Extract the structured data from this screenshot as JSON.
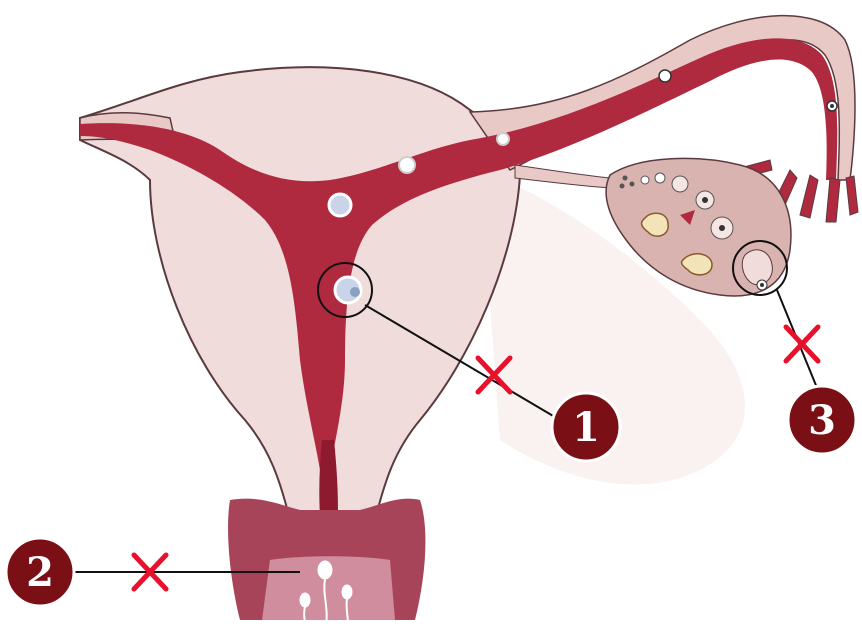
{
  "diagram": {
    "callouts": [
      {
        "label": "1",
        "name": "callout-1"
      },
      {
        "label": "2",
        "name": "callout-2"
      },
      {
        "label": "3",
        "name": "callout-3"
      }
    ]
  },
  "colors": {
    "tissue_light": "#f0dcda",
    "tissue_outline": "#5a3a3f",
    "lumen": "#b02a3f",
    "lumen_dark": "#8e1a30",
    "badge": "#7a0f16",
    "cross": "#e8102a",
    "ovary": "#d9b3b0",
    "cervix": "#a8445a"
  }
}
